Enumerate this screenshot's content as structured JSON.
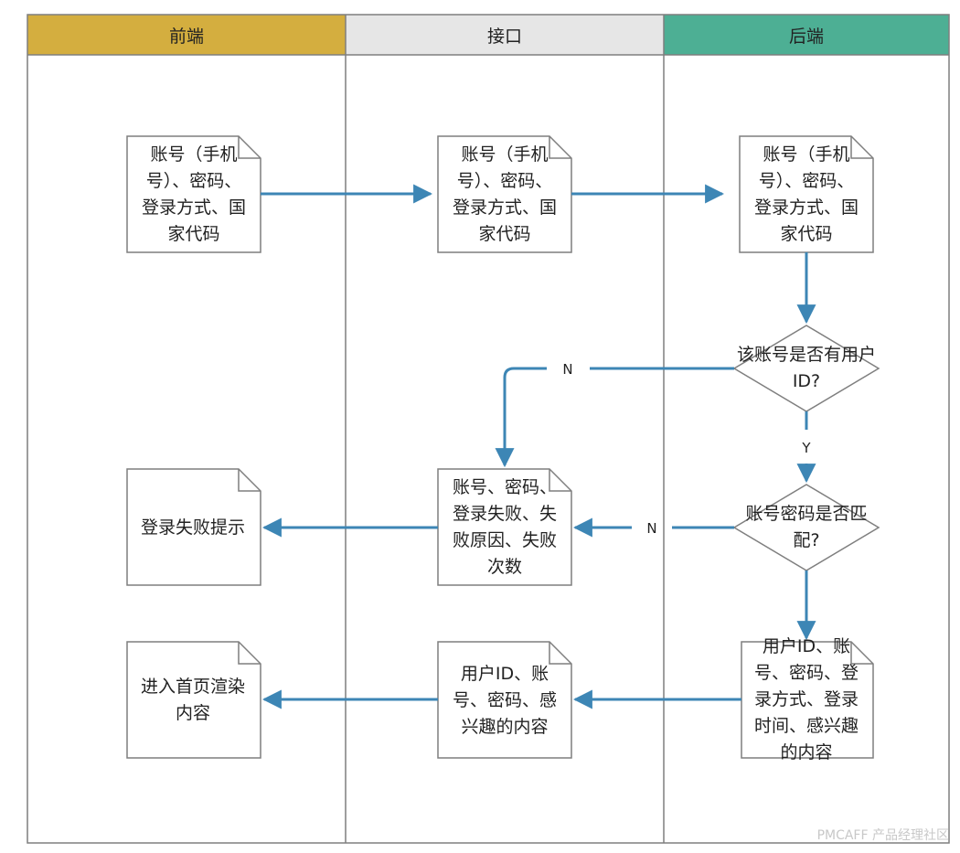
{
  "lanes": [
    {
      "name": "前端",
      "color": "#D4AE3F"
    },
    {
      "name": "接口",
      "color": "#E6E6E6"
    },
    {
      "name": "后端",
      "color": "#4DAF94"
    }
  ],
  "nodes": {
    "fe_input": "账号（手机号）、密码、登录方式、国家代码",
    "api_input": "账号（手机号）、密码、登录方式、国家代码",
    "be_input": "账号（手机号）、密码、登录方式、国家代码",
    "be_has_id": "该账号是否有用户ID?",
    "be_pwd_match": "账号密码是否匹配?",
    "api_fail": "账号、密码、登录失败、失败原因、失败次数",
    "fe_fail": "登录失败提示",
    "be_success": "用户ID、账号、密码、登录方式、登录时间、感兴趣的内容",
    "api_success": "用户ID、账号、密码、感兴趣的内容",
    "fe_home": "进入首页渲染内容"
  },
  "edge_labels": {
    "no_id": "N",
    "has_id": "Y",
    "pwd_no": "N"
  },
  "colors": {
    "arrow": "#3D86B5",
    "border": "#7F7F7F"
  },
  "watermark": "PMCAFF 产品经理社区"
}
